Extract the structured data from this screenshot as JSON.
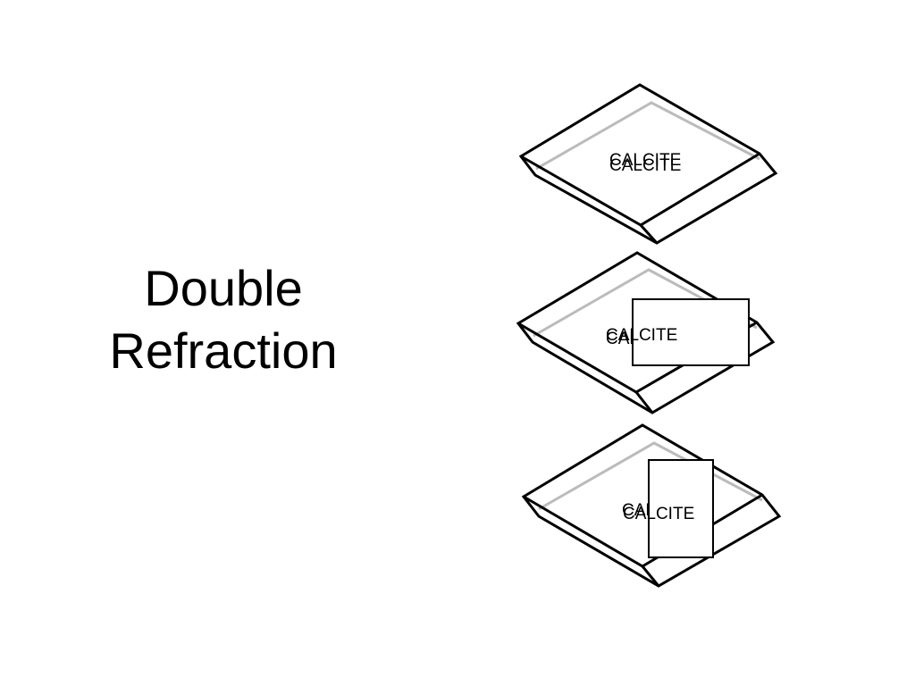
{
  "slide": {
    "title_line1": "Double",
    "title_line2": "Refraction"
  },
  "crystals": [
    {
      "label_back": "CALCITE",
      "label_front": "CALCITE"
    },
    {
      "label_back": "CAL",
      "label_front": "CALCITE"
    },
    {
      "label_back": "CAL",
      "label_front": "CALCITE"
    }
  ],
  "colors": {
    "outline": "#000000",
    "inner_edge": "#bbbbbb",
    "background": "#ffffff"
  }
}
